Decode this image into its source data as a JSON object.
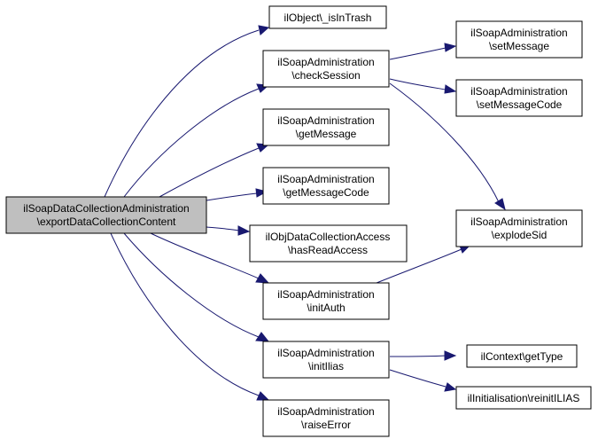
{
  "diagram": {
    "root": {
      "line1": "ilSoapDataCollectionAdministration",
      "line2": "\\exportDataCollectionContent"
    },
    "nodes": {
      "is_in_trash": {
        "line1": "ilObject\\_isInTrash"
      },
      "check_session": {
        "line1": "ilSoapAdministration",
        "line2": "\\checkSession"
      },
      "get_message": {
        "line1": "ilSoapAdministration",
        "line2": "\\getMessage"
      },
      "get_message_code": {
        "line1": "ilSoapAdministration",
        "line2": "\\getMessageCode"
      },
      "has_read_access": {
        "line1": "ilObjDataCollectionAccess",
        "line2": "\\hasReadAccess"
      },
      "init_auth": {
        "line1": "ilSoapAdministration",
        "line2": "\\initAuth"
      },
      "init_ilias": {
        "line1": "ilSoapAdministration",
        "line2": "\\initIlias"
      },
      "raise_error": {
        "line1": "ilSoapAdministration",
        "line2": "\\raiseError"
      },
      "set_message": {
        "line1": "ilSoapAdministration",
        "line2": "\\setMessage"
      },
      "set_message_code": {
        "line1": "ilSoapAdministration",
        "line2": "\\setMessageCode"
      },
      "explode_sid": {
        "line1": "ilSoapAdministration",
        "line2": "\\explodeSid"
      },
      "get_type": {
        "line1": "ilContext\\getType"
      },
      "reinit_ilias": {
        "line1": "ilInitialisation\\reinitILIAS"
      }
    },
    "colors": {
      "edge": "#191970",
      "root_fill": "#bfbfbf",
      "node_border": "#000000"
    }
  }
}
